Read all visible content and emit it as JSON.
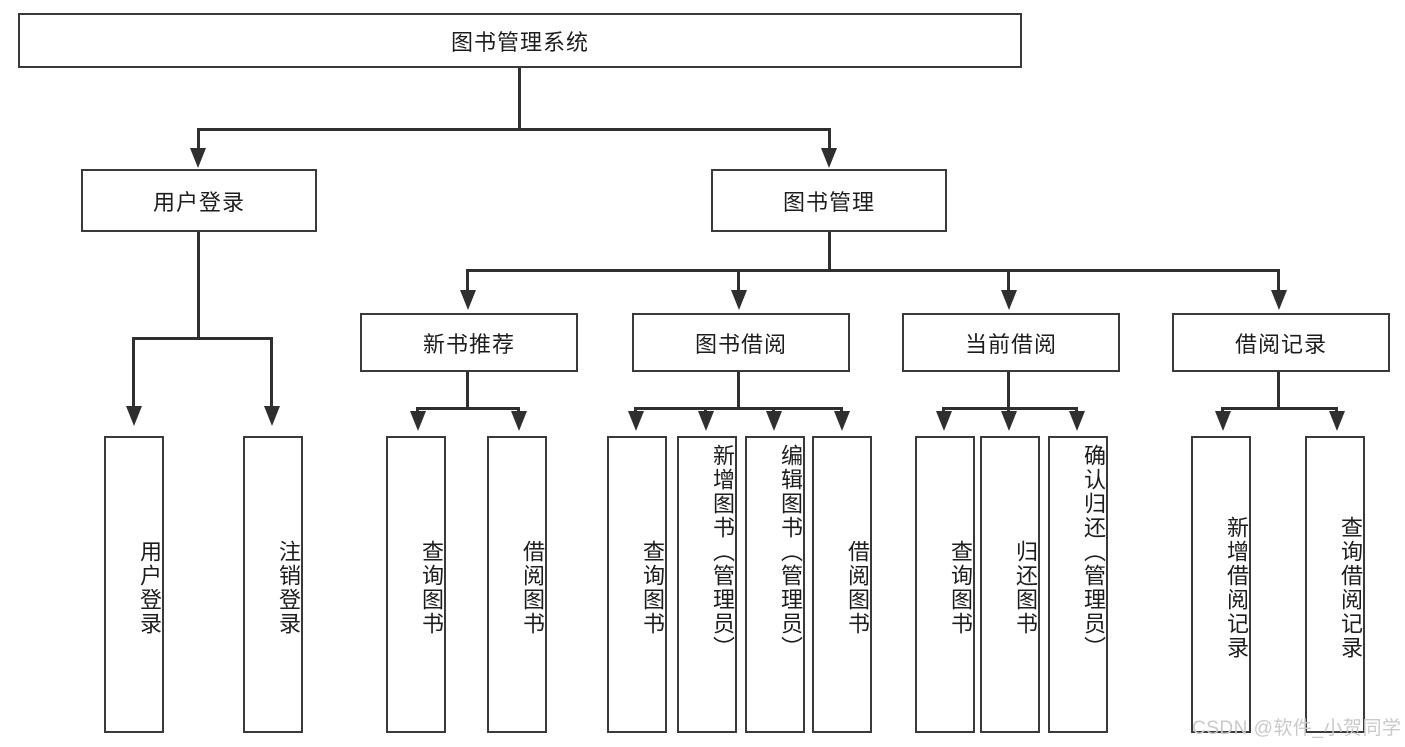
{
  "diagram": {
    "title": "图书管理系统",
    "type": "hierarchy-tree",
    "root": {
      "label": "图书管理系统"
    },
    "level2": [
      {
        "label": "用户登录"
      },
      {
        "label": "图书管理"
      }
    ],
    "level3": [
      {
        "label": "新书推荐"
      },
      {
        "label": "图书借阅"
      },
      {
        "label": "当前借阅"
      },
      {
        "label": "借阅记录"
      }
    ],
    "leaves": {
      "user_login": [
        {
          "label": "用户登录"
        },
        {
          "label": "注销登录"
        }
      ],
      "new_book_recommend": [
        {
          "label": "查询图书"
        },
        {
          "label": "借阅图书"
        }
      ],
      "book_borrow": [
        {
          "label": "查询图书"
        },
        {
          "label": "新增图书（管理员）"
        },
        {
          "label": "编辑图书（管理员）"
        },
        {
          "label": "借阅图书"
        }
      ],
      "current_borrow": [
        {
          "label": "查询图书"
        },
        {
          "label": "归还图书"
        },
        {
          "label": "确认归还（管理员）"
        }
      ],
      "borrow_record": [
        {
          "label": "新增借阅记录"
        },
        {
          "label": "查询借阅记录"
        }
      ]
    }
  },
  "watermark": {
    "text": "CSDN @软件_小贺同学"
  },
  "colors": {
    "border": "#3a3a3a",
    "line": "#2f2f2f",
    "text": "#1d1d1d",
    "background": "#ffffff",
    "watermark": "#c9c9c9"
  }
}
